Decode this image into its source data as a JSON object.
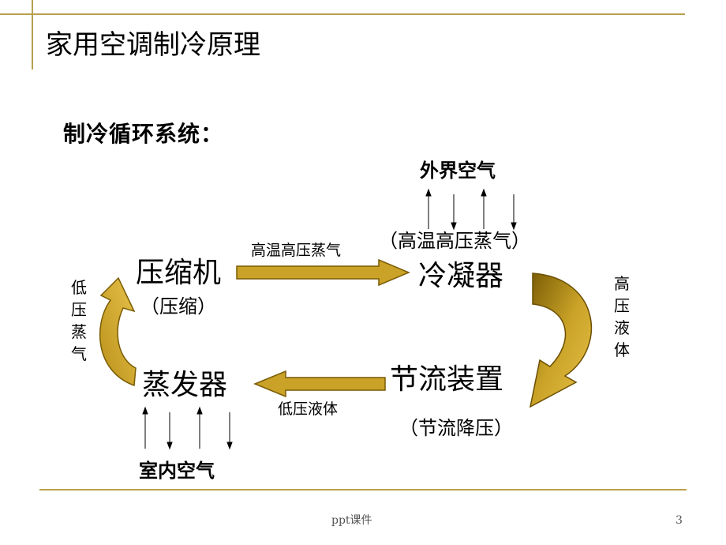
{
  "slide": {
    "title": "家用空调制冷原理",
    "subtitle": "制冷循环系统：",
    "footer": "ppt课件",
    "page_number": "3"
  },
  "diagram": {
    "compressor": "压缩机",
    "compressor_note": "（压缩）",
    "condenser": "冷凝器",
    "condenser_note": "（高温高压蒸气）",
    "outdoor_air": "外界空气",
    "throttle": "节流装置",
    "throttle_note": "（节流降压）",
    "evaporator": "蒸发器",
    "indoor_air": "室内空气",
    "flow_hot_vapor": "高温高压蒸气",
    "flow_hp_liquid": "高压液体",
    "flow_lp_liquid": "低压液体",
    "flow_lp_vapor": "低压蒸气"
  },
  "colors": {
    "accent_line": "#b8a04b",
    "arrow_fill": "#c9a227",
    "arrow_dark": "#8a6d10"
  }
}
